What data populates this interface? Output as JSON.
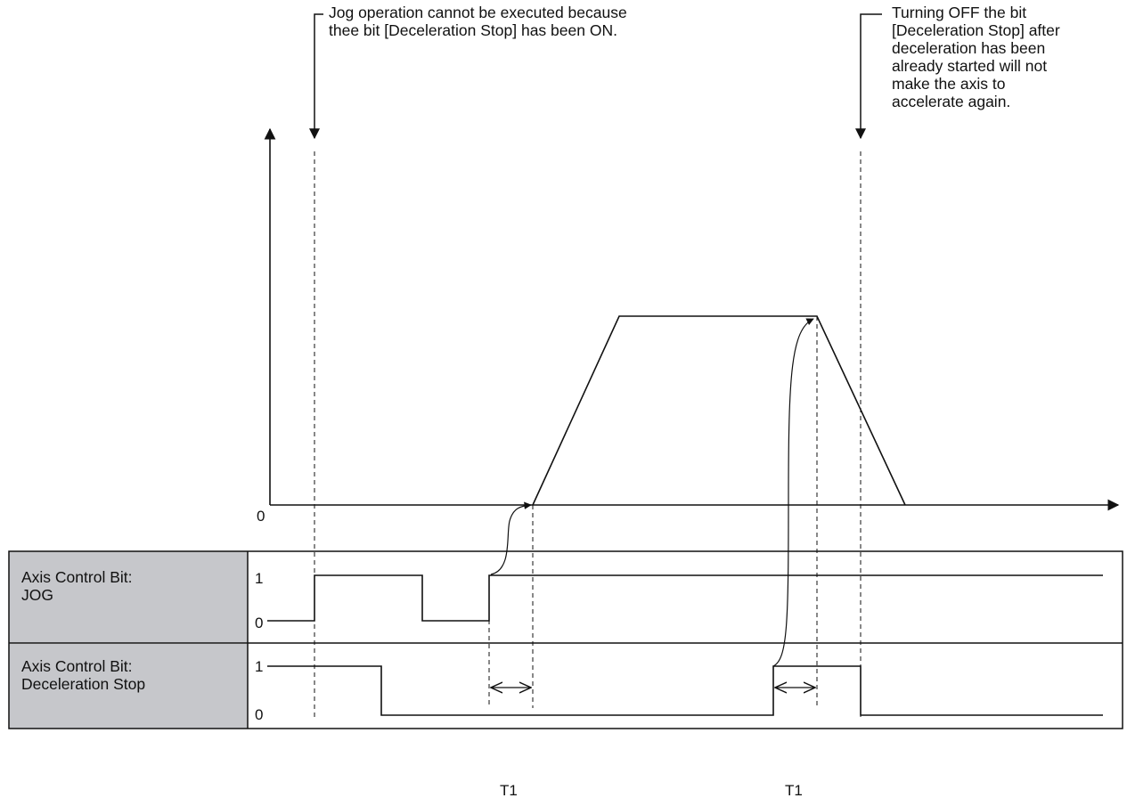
{
  "annotations": {
    "jog_blocked": "Jog operation cannot be executed because\nthee bit [Deceleration Stop] has been ON.",
    "decel_off": "Turning OFF the bit\n[Deceleration Stop] after\ndeceleration has been\nalready started will not\nmake the axis to\naccelerate again."
  },
  "graph": {
    "origin_label": "0"
  },
  "signals": [
    {
      "label": "Axis Control Bit:\nJOG",
      "level_high": "1",
      "level_low": "0"
    },
    {
      "label": "Axis Control Bit:\nDeceleration Stop",
      "level_high": "1",
      "level_low": "0"
    }
  ],
  "intervals": [
    {
      "label": "T1"
    },
    {
      "label": "T1"
    }
  ],
  "colors": {
    "line": "#111111",
    "label_fill": "#c6c7cb"
  }
}
